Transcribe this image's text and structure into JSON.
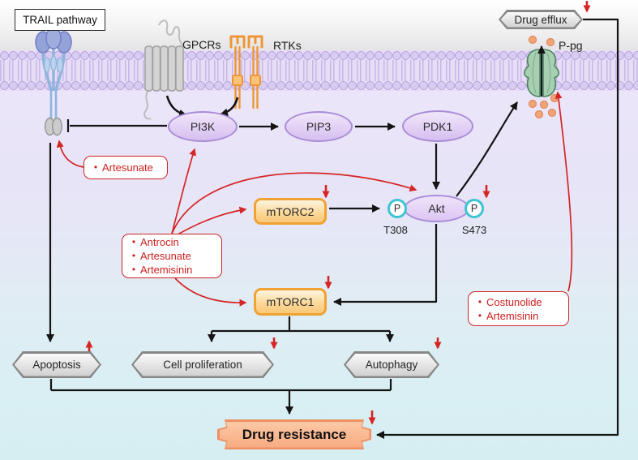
{
  "bullet": "•",
  "labels": {
    "trail_pathway": "TRAIL pathway",
    "gpcrs": "GPCRs",
    "rtks": "RTKs",
    "drug_efflux": "Drug efflux",
    "p_gp": "P-pg"
  },
  "nodes": {
    "pi3k": "PI3K",
    "pip3": "PIP3",
    "pdk1": "PDK1",
    "akt": "Akt",
    "mtorc2": "mTORC2",
    "mtorc1": "mTORC1",
    "phospho_symbol": "P",
    "site_left": "T308",
    "site_right": "S473"
  },
  "drug_boxes": {
    "artesunate": {
      "items": [
        "Artesunate"
      ]
    },
    "triple": {
      "items": [
        "Antrocin",
        "Artesunate",
        "Artemisinin"
      ]
    },
    "costunolide": {
      "items": [
        "Costunolide",
        "Artemisinin"
      ]
    }
  },
  "outcomes": {
    "apoptosis": {
      "label": "Apoptosis",
      "effect": "up"
    },
    "cell_proliferation": {
      "label": "Cell proliferation",
      "effect": "down"
    },
    "autophagy": {
      "label": "Autophagy",
      "effect": "down"
    }
  },
  "result": {
    "label": "Drug resistance",
    "effect": "down"
  },
  "effects": {
    "drug_efflux": "down",
    "mtorc2": "down",
    "akt_s473": "down",
    "mtorc1": "down"
  },
  "colors": {
    "red_accent": "#d52525",
    "orange_node_border": "#f0a232",
    "purple_node_border": "#a98cd8",
    "phospho_border": "#3ec4d3",
    "transporter_green": "#4a8560",
    "result_fill": "#f8ab82",
    "membrane_purple": "#b8a5e0"
  }
}
